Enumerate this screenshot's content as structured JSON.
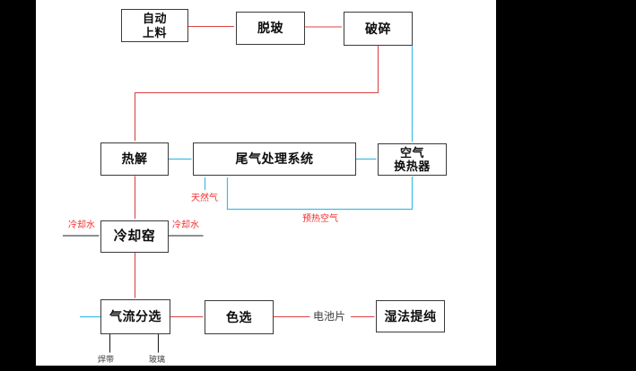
{
  "diagram": {
    "nodes": {
      "auto_feed": {
        "lines": [
          "自动",
          "上料"
        ]
      },
      "deglass": {
        "label": "脱玻"
      },
      "crush": {
        "label": "破碎"
      },
      "pyrolysis": {
        "label": "热解"
      },
      "tail_gas_system": {
        "label": "尾气处理系统"
      },
      "air_heat_exchanger": {
        "lines": [
          "空气",
          "换热器"
        ]
      },
      "cooling_kiln": {
        "label": "冷却窑"
      },
      "airflow_separation": {
        "label": "气流分选"
      },
      "color_sorting": {
        "label": "色选"
      },
      "wet_purification": {
        "label": "湿法提纯"
      }
    },
    "flow_labels": {
      "cooling_water_in": "冷却水",
      "cooling_water_out": "冷却水",
      "natural_gas": "天然气",
      "preheated_air": "预热空气",
      "cell_pieces": "电池片",
      "solder_ribbon": "焊带",
      "glass": "玻璃"
    },
    "colors": {
      "flow_red": "#dd4343",
      "flow_cyan": "#3fbcea",
      "line_black": "#1f1f1f",
      "text_red": "#f72a2a",
      "box_border": "#3a3a3a"
    }
  }
}
